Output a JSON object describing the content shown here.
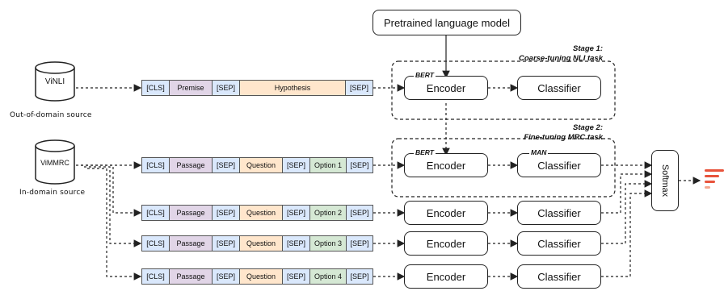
{
  "plm": "Pretrained language model",
  "stage1": {
    "line1": "Stage 1:",
    "line2": "Coarse-tuning NLI task"
  },
  "stage2": {
    "line1": "Stage 2:",
    "line2": "Fine-tuning MRC task"
  },
  "bert": "BERT",
  "man": "MAN",
  "encoder": "Encoder",
  "classifier": "Classifier",
  "softmax": "Softmax",
  "sources": {
    "vinli": {
      "name": "ViNLI",
      "caption": "Out-of-domain source"
    },
    "vimmrc": {
      "name": "ViMMRC",
      "caption": "In-domain source"
    }
  },
  "tokens": {
    "cls": "[CLS]",
    "sep": "[SEP]",
    "premise": "Premise",
    "hypothesis": "Hypothesis",
    "passage": "Passage",
    "question": "Question",
    "option1": "Option 1",
    "option2": "Option 2",
    "option3": "Option 3",
    "option4": "Option 4"
  },
  "colors": {
    "blue": "#dae8fc",
    "purple": "#e1d5e7",
    "orange": "#ffe6cc",
    "green": "#d5e8d4",
    "output_icon": "#e8533b"
  }
}
